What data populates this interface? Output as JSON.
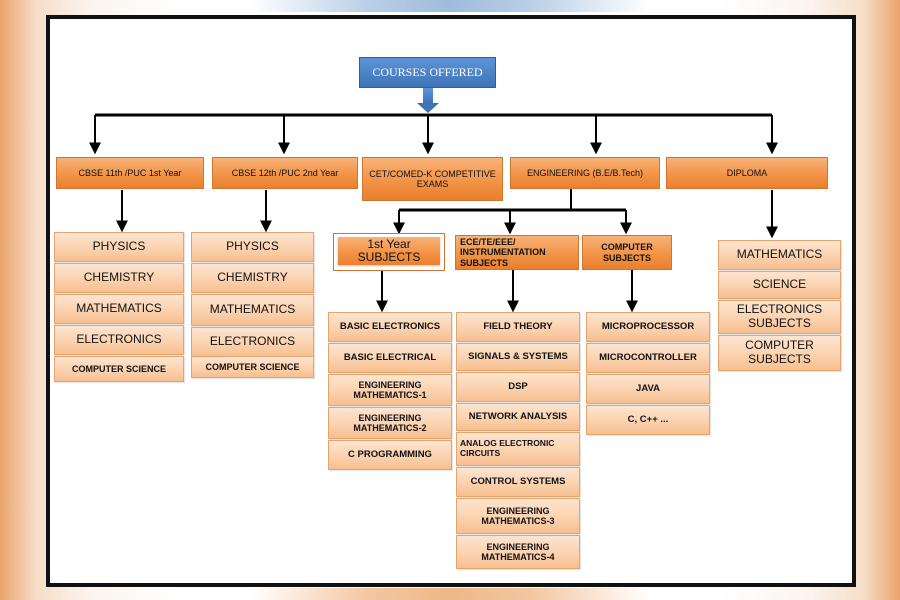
{
  "root": {
    "label": "COURSES OFFERED"
  },
  "categories": {
    "cbse11": "CBSE 11th /PUC 1st Year",
    "cbse12": "CBSE 12th /PUC 2nd Year",
    "cet": "CET/COMED-K COMPETITIVE EXAMS",
    "engineering": "ENGINEERING (B.E/B.Tech)",
    "diploma": "DIPLOMA"
  },
  "cbse11_subjects": [
    "PHYSICS",
    "CHEMISTRY",
    "MATHEMATICS",
    "ELECTRONICS",
    "COMPUTER SCIENCE"
  ],
  "cbse12_subjects": [
    "PHYSICS",
    "CHEMISTRY",
    "MATHEMATICS",
    "ELECTRONICS",
    "COMPUTER SCIENCE"
  ],
  "engineering_groups": {
    "first_year": "1st Year SUBJECTS",
    "ece": "ECE/TE/EEE/ INSTRUMENTATION SUBJECTS",
    "computer": "COMPUTER SUBJECTS"
  },
  "first_year_subjects": [
    "BASIC ELECTRONICS",
    "BASIC ELECTRICAL",
    "ENGINEERING MATHEMATICS-1",
    "ENGINEERING MATHEMATICS-2",
    "C PROGRAMMING"
  ],
  "ece_subjects": [
    "FIELD THEORY",
    "SIGNALS & SYSTEMS",
    "DSP",
    "NETWORK ANALYSIS",
    "ANALOG ELECTRONIC CIRCUITS",
    "CONTROL SYSTEMS",
    "ENGINEERING MATHEMATICS-3",
    "ENGINEERING MATHEMATICS-4"
  ],
  "computer_subjects": [
    "MICROPROCESSOR",
    "MICROCONTROLLER",
    "JAVA",
    "C, C++ ..."
  ],
  "diploma_subjects": [
    "MATHEMATICS",
    "SCIENCE",
    "ELECTRONICS SUBJECTS",
    "COMPUTER SUBJECTS"
  ]
}
